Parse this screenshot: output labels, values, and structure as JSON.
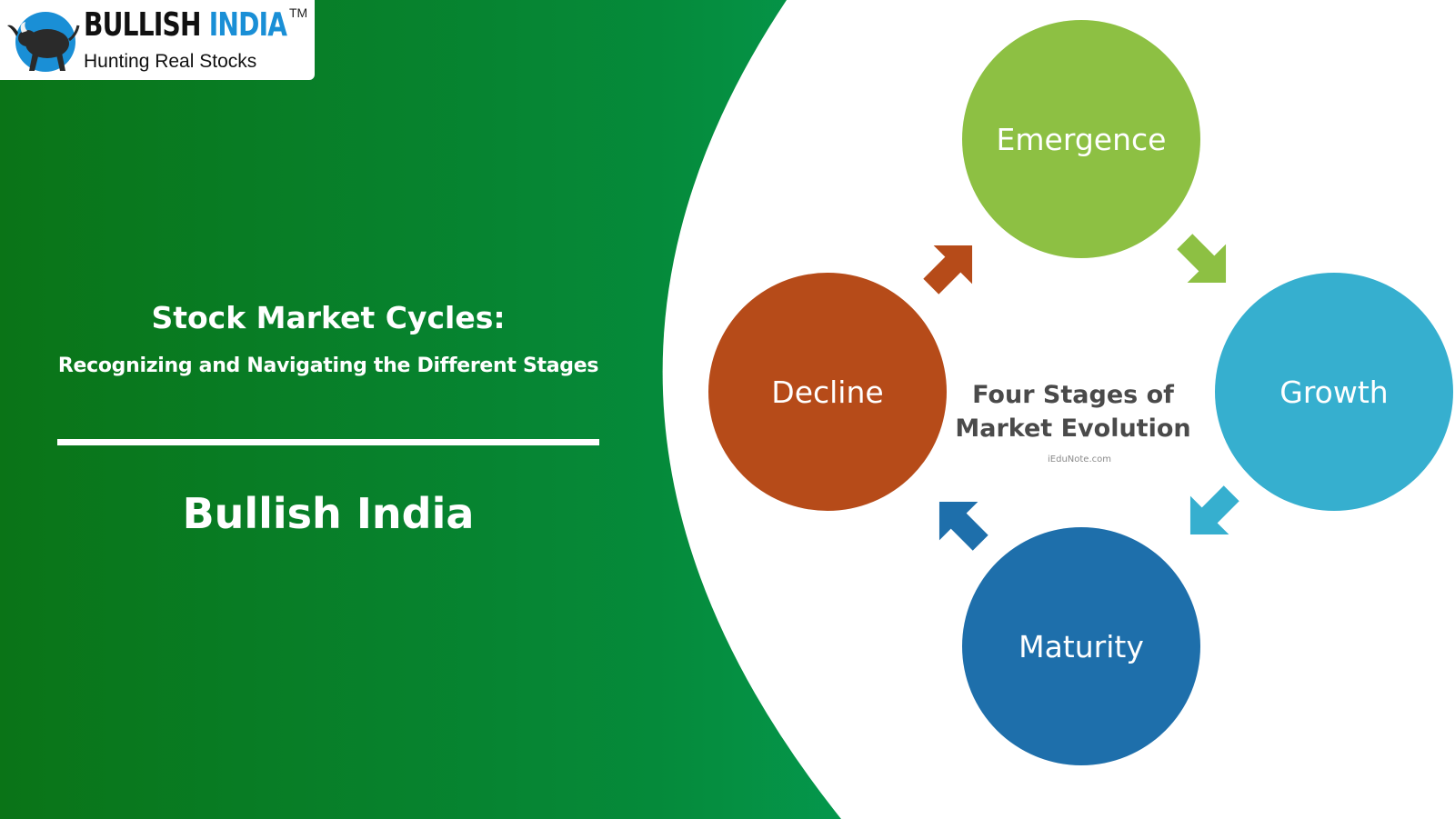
{
  "logo": {
    "name_part1": "BULLISH",
    "name_part2": "INDIA",
    "trademark": "TM",
    "tagline": "Hunting Real Stocks"
  },
  "headline": {
    "title": "Stock Market Cycles:",
    "subtitle": "Recognizing and Navigating the Different Stages",
    "brand": "Bullish India"
  },
  "diagram": {
    "center_line1": "Four Stages of",
    "center_line2": "Market Evolution",
    "source": "iEduNote.com",
    "stages": [
      {
        "label": "Emergence",
        "color": "#8dc043"
      },
      {
        "label": "Growth",
        "color": "#36afcf"
      },
      {
        "label": "Maturity",
        "color": "#1e6fab"
      },
      {
        "label": "Decline",
        "color": "#b64b19"
      }
    ]
  },
  "colors": {
    "green_dark": "#0a7417",
    "green_light": "#05a866",
    "logo_blue": "#1a8fd6"
  }
}
